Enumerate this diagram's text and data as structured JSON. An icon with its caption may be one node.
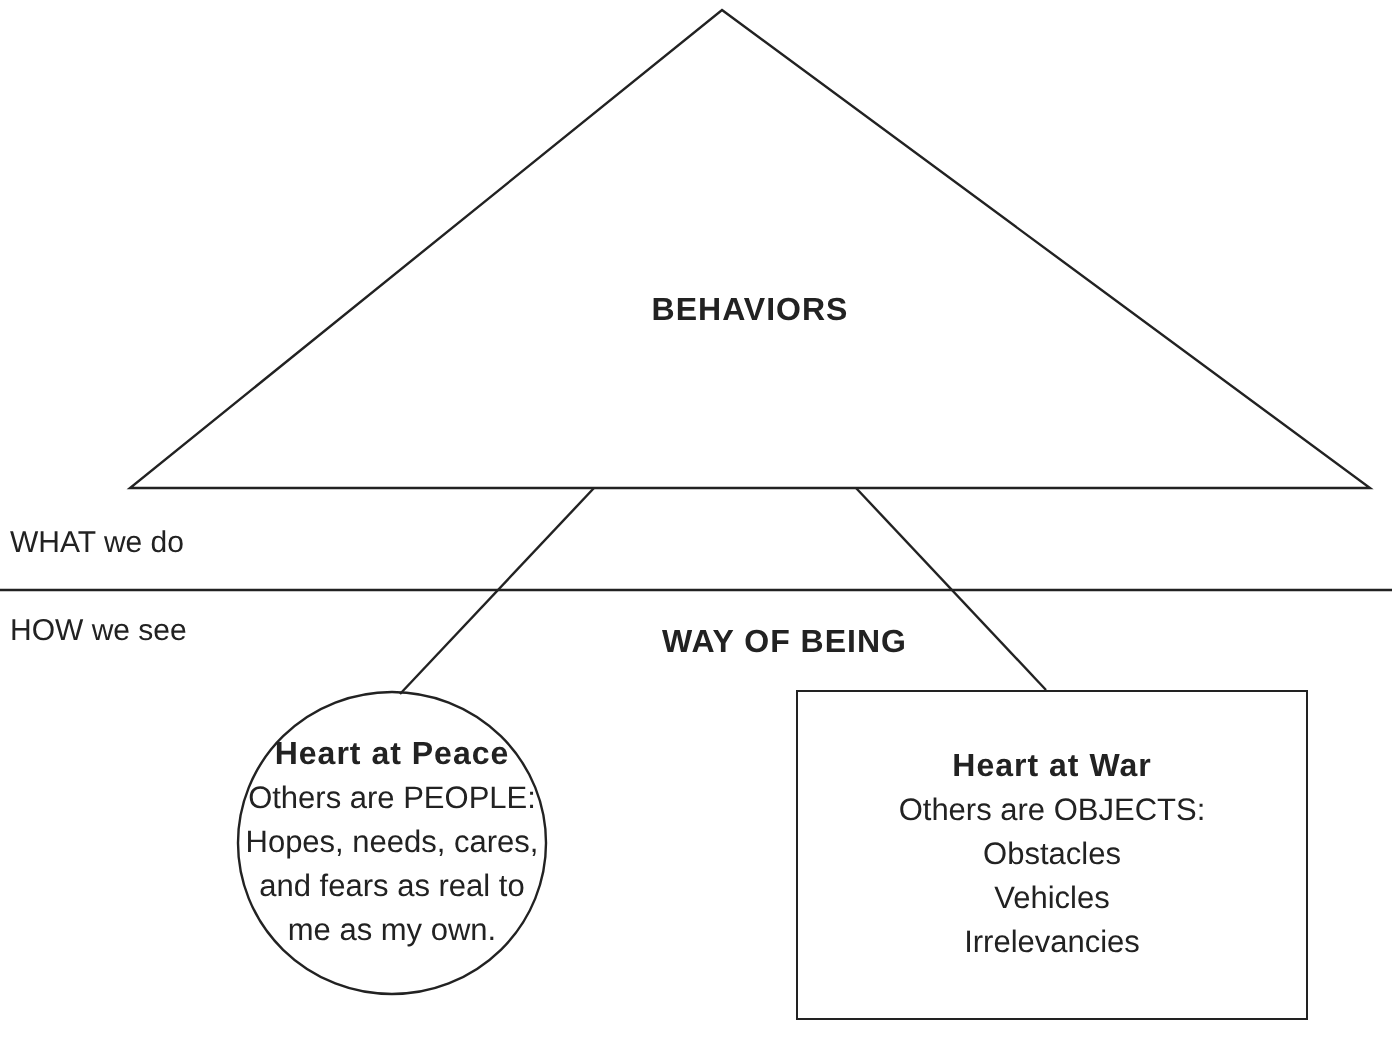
{
  "diagram": {
    "nodes": [
      {
        "text": [
          "BEHAVIORS"
        ]
      },
      {
        "text": [
          "Heart at Peace",
          "Others are PEOPLE: Hopes, needs, cares, and fears as real to me as my own."
        ]
      },
      {
        "text": [
          "Heart at War",
          "Others are OBJECTS:",
          "Obstacles",
          "Vehicles",
          "Irrelevancies"
        ]
      }
    ],
    "edges": [
      {
        "from": 0,
        "to": 1,
        "arrow": "none"
      },
      {
        "from": 0,
        "to": 2,
        "arrow": "none"
      }
    ],
    "labels": [
      "WHAT we do",
      "HOW we see",
      "WAY OF BEING"
    ]
  }
}
